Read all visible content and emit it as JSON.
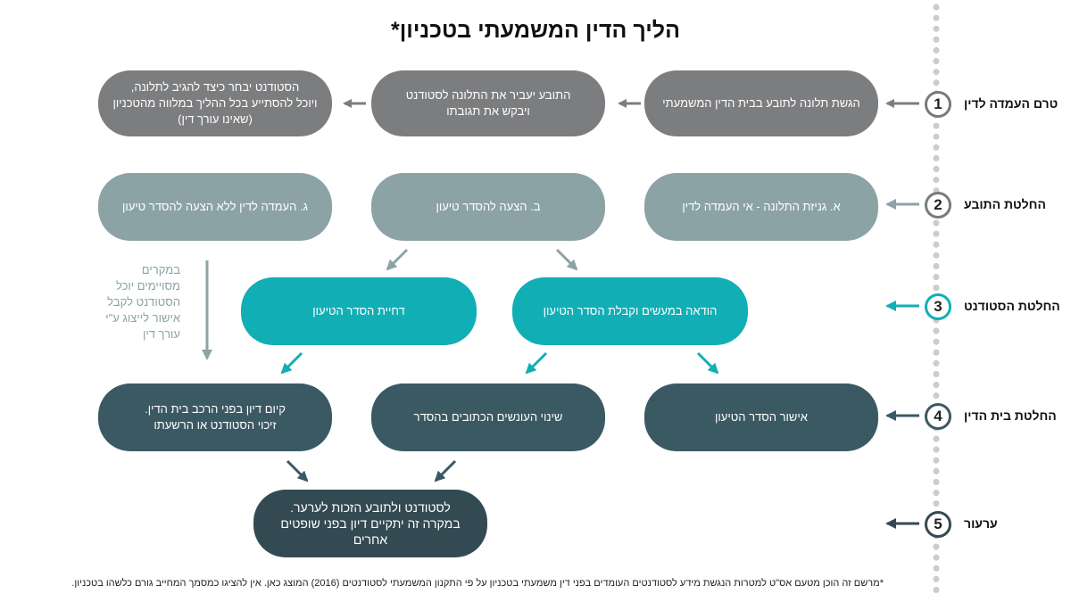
{
  "title": "הליך הדין המשמעתי בטכניון*",
  "stages": [
    {
      "number": "1",
      "label": "טרם העמדה לדין"
    },
    {
      "number": "2",
      "label": "החלטת התובע"
    },
    {
      "number": "3",
      "label": "החלטת הסטודנט"
    },
    {
      "number": "4",
      "label": "החלטת בית הדין"
    },
    {
      "number": "5",
      "label": "ערעור"
    }
  ],
  "boxes": {
    "r1a": "הגשת תלונה לתובע בבית הדין המשמעתי",
    "r1b": "התובע יעביר את התלונה לסטודנט\nויבקש את תגובתו",
    "r1c": "הסטודנט יבחר כיצד להגיב לתלונה,\nויוכל להסתייע בכל ההליך במלווה מהטכניון\n(שאינו עורך דין)",
    "r2a": "א. גניזת התלונה - אי העמדה לדין",
    "r2b": "ב. הצעה להסדר טיעון",
    "r2c": "ג. העמדה לדין ללא הצעה להסדר טיעון",
    "r3a": "הודאה במעשים וקבלת הסדר הטיעון",
    "r3b": "דחיית הסדר הטיעון",
    "r4a": "אישור הסדר הטיעון",
    "r4b": "שינוי העונשים הכתובים בהסדר",
    "r4c": "קיום דיון בפני הרכב בית הדין.\nזיכוי הסטודנט או הרשעתו",
    "r5": "לסטודנט ולתובע הזכות לערער.\nבמקרה זה יתקיים דיון בפני שופטים אחרים"
  },
  "side_note": "במקרים\nמסויימים יוכל\nהסטודנט לקבל\nאישור לייצוג ע\"י\nעורך דין",
  "footnote": "*מרשם זה הוכן מטעם אס\"ט למטרות הנגשת מידע לסטודנטים העומדים בפני דין משמעתי בטכניון על פי התקנון המשמעתי לסטודנטים (2016) המוצג כאן. אין להציגו כמסמך המחייב גורם כלשהו בטכניון.",
  "colors": {
    "gray": "#7c7d7f",
    "gray_blue": "#8ca3a6",
    "teal": "#12aeb6",
    "dark_teal": "#3b5963",
    "darkest": "#334a52",
    "timeline": "#cccccc"
  }
}
